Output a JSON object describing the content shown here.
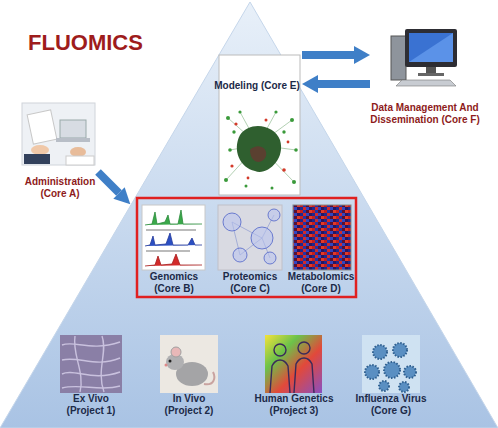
{
  "diagram": {
    "title": "FLUOMICS",
    "nodes": [
      {
        "text": [
          "Modeling (Core E)"
        ]
      },
      {
        "text": [
          "Data Management And Dissemination (Core F)"
        ]
      },
      {
        "text": [
          "Administration (Core A)"
        ]
      },
      {
        "text": [
          "Genomics (Core B)"
        ]
      },
      {
        "text": [
          "Proteomics (Core C)"
        ]
      },
      {
        "text": [
          "Metabolomics (Core D)"
        ]
      },
      {
        "text": [
          "Ex Vivo (Project 1)"
        ]
      },
      {
        "text": [
          "In Vivo (Project 2)"
        ]
      },
      {
        "text": [
          "Human Genetics (Project 3)"
        ]
      },
      {
        "text": [
          "Influenza Virus (Core G)"
        ]
      }
    ],
    "edges": [
      {
        "from": 0,
        "to": 1,
        "arrow": "to"
      },
      {
        "from": 1,
        "to": 0,
        "arrow": "to"
      }
    ]
  }
}
